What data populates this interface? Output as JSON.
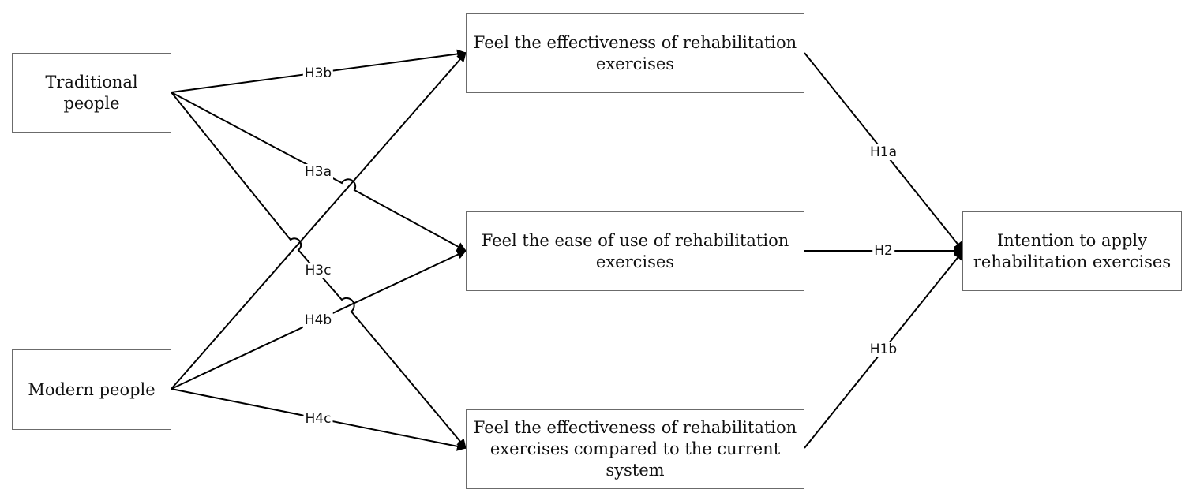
{
  "nodes": {
    "traditional": "Traditional people",
    "modern": "Modern people",
    "effectiveness": "Feel the effectiveness of rehabilitation exercises",
    "ease": "Feel the ease of use of rehabilitation exercises",
    "compared": "Feel the effectiveness of rehabilitation exercises compared to the current system",
    "intention": "Intention to apply rehabilitation exercises"
  },
  "edges": {
    "h3b": "H3b",
    "h3a": "H3a",
    "h3c": "H3c",
    "h4b": "H4b",
    "h4c": "H4c",
    "h1a": "H1a",
    "h2": "H2",
    "h1b": "H1b"
  },
  "colors": {
    "line": "#000000",
    "border": "#6b6b6b"
  }
}
